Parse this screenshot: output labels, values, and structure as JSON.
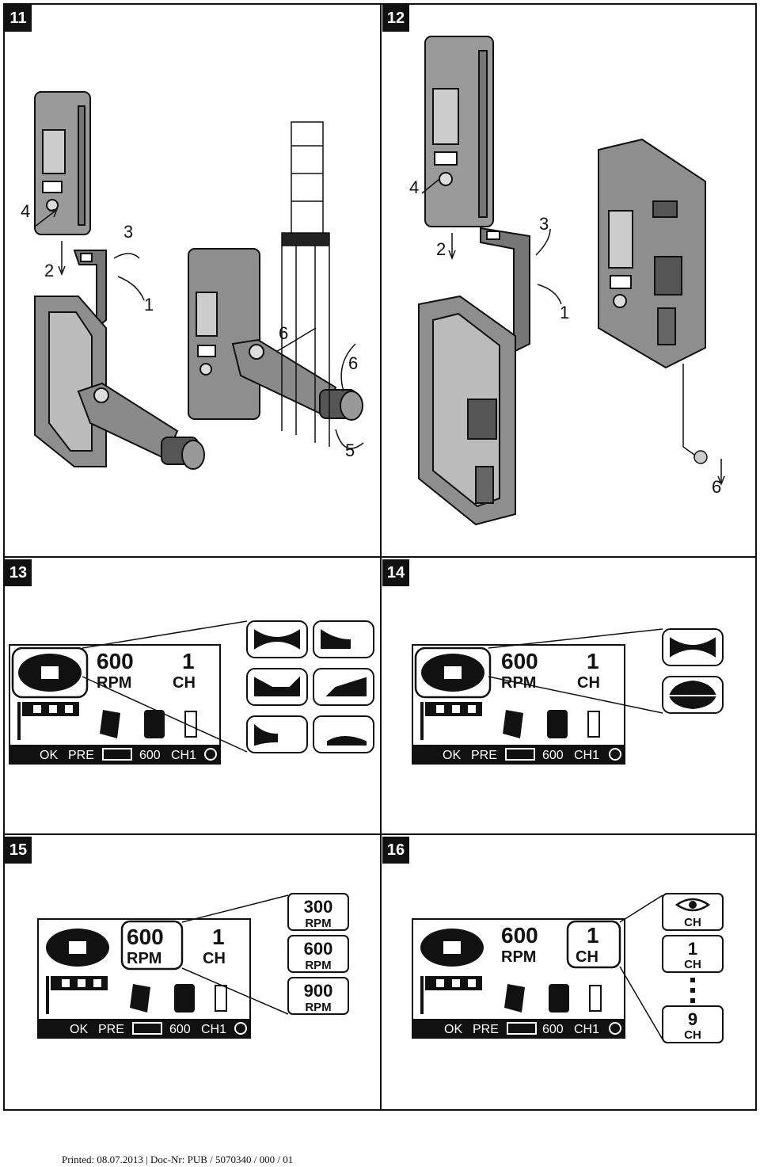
{
  "panels": {
    "p11": {
      "badge": "11",
      "callouts": [
        "4",
        "2",
        "3",
        "1",
        "6",
        "6",
        "5"
      ]
    },
    "p12": {
      "badge": "12",
      "callouts": [
        "4",
        "2",
        "3",
        "1",
        "6"
      ]
    },
    "p13": {
      "badge": "13"
    },
    "p14": {
      "badge": "14"
    },
    "p15": {
      "badge": "15",
      "options": [
        {
          "value": "300",
          "unit": "RPM"
        },
        {
          "value": "600",
          "unit": "RPM"
        },
        {
          "value": "900",
          "unit": "RPM"
        }
      ]
    },
    "p16": {
      "badge": "16",
      "options": [
        "1",
        "9"
      ],
      "unit": "CH"
    }
  },
  "display": {
    "speed": "600",
    "speed_unit": "RPM",
    "channel": "1",
    "channel_unit": "CH",
    "status_ok": "OK",
    "status_pre": "PRE",
    "status_speed": "600",
    "status_channel": "CH1"
  },
  "footer": "Printed: 08.07.2013 | Doc-Nr: PUB / 5070340 / 000 / 01"
}
